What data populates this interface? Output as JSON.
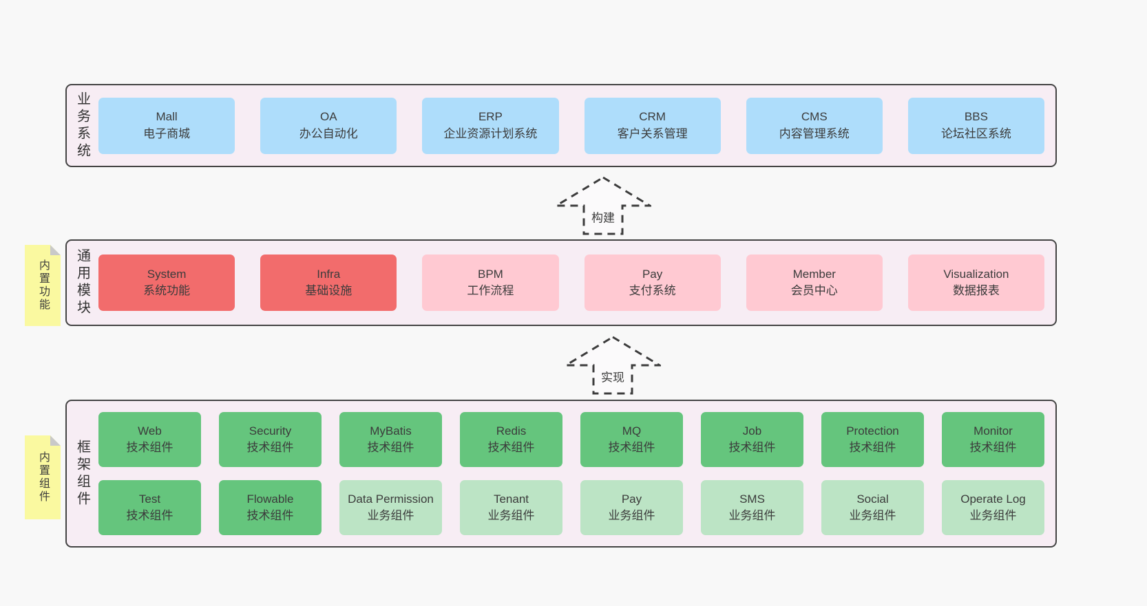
{
  "colors": {
    "page_bg": "#f8f8f8",
    "panel_bg": "#f7edf4",
    "panel_border": "#434343",
    "blue_box": "#aeddfb",
    "red_box": "#f26c6c",
    "pink_box": "#ffc9d2",
    "green_box": "#65c57d",
    "light_green_box": "#bce4c5",
    "yellow_tag": "#faf9a0",
    "tag_fold": "#c9c9c9",
    "text": "#3b3b3b"
  },
  "layers": {
    "business": {
      "label": "业务系统",
      "boxes": [
        {
          "name": "Mall",
          "desc": "电子商城"
        },
        {
          "name": "OA",
          "desc": "办公自动化"
        },
        {
          "name": "ERP",
          "desc": "企业资源计划系统"
        },
        {
          "name": "CRM",
          "desc": "客户关系管理"
        },
        {
          "name": "CMS",
          "desc": "内容管理系统"
        },
        {
          "name": "BBS",
          "desc": "论坛社区系统"
        }
      ]
    },
    "modules": {
      "label": "通用模块",
      "tag": "内置功能",
      "boxes": [
        {
          "name": "System",
          "desc": "系统功能",
          "variant": "red"
        },
        {
          "name": "Infra",
          "desc": "基础设施",
          "variant": "red"
        },
        {
          "name": "BPM",
          "desc": "工作流程",
          "variant": "pink"
        },
        {
          "name": "Pay",
          "desc": "支付系统",
          "variant": "pink"
        },
        {
          "name": "Member",
          "desc": "会员中心",
          "variant": "pink"
        },
        {
          "name": "Visualization",
          "desc": "数据报表",
          "variant": "pink"
        }
      ]
    },
    "components": {
      "label": "框架组件",
      "tag": "内置组件",
      "row1": [
        {
          "name": "Web",
          "desc": "技术组件",
          "variant": "green"
        },
        {
          "name": "Security",
          "desc": "技术组件",
          "variant": "green"
        },
        {
          "name": "MyBatis",
          "desc": "技术组件",
          "variant": "green"
        },
        {
          "name": "Redis",
          "desc": "技术组件",
          "variant": "green"
        },
        {
          "name": "MQ",
          "desc": "技术组件",
          "variant": "green"
        },
        {
          "name": "Job",
          "desc": "技术组件",
          "variant": "green"
        },
        {
          "name": "Protection",
          "desc": "技术组件",
          "variant": "green"
        },
        {
          "name": "Monitor",
          "desc": "技术组件",
          "variant": "green"
        }
      ],
      "row2": [
        {
          "name": "Test",
          "desc": "技术组件",
          "variant": "green"
        },
        {
          "name": "Flowable",
          "desc": "技术组件",
          "variant": "green"
        },
        {
          "name": "Data Permission",
          "desc": "业务组件",
          "variant": "light-green"
        },
        {
          "name": "Tenant",
          "desc": "业务组件",
          "variant": "light-green"
        },
        {
          "name": "Pay",
          "desc": "业务组件",
          "variant": "light-green"
        },
        {
          "name": "SMS",
          "desc": "业务组件",
          "variant": "light-green"
        },
        {
          "name": "Social",
          "desc": "业务组件",
          "variant": "light-green"
        },
        {
          "name": "Operate Log",
          "desc": "业务组件",
          "variant": "light-green"
        }
      ]
    }
  },
  "arrows": [
    {
      "label": "构建"
    },
    {
      "label": "实现"
    }
  ]
}
